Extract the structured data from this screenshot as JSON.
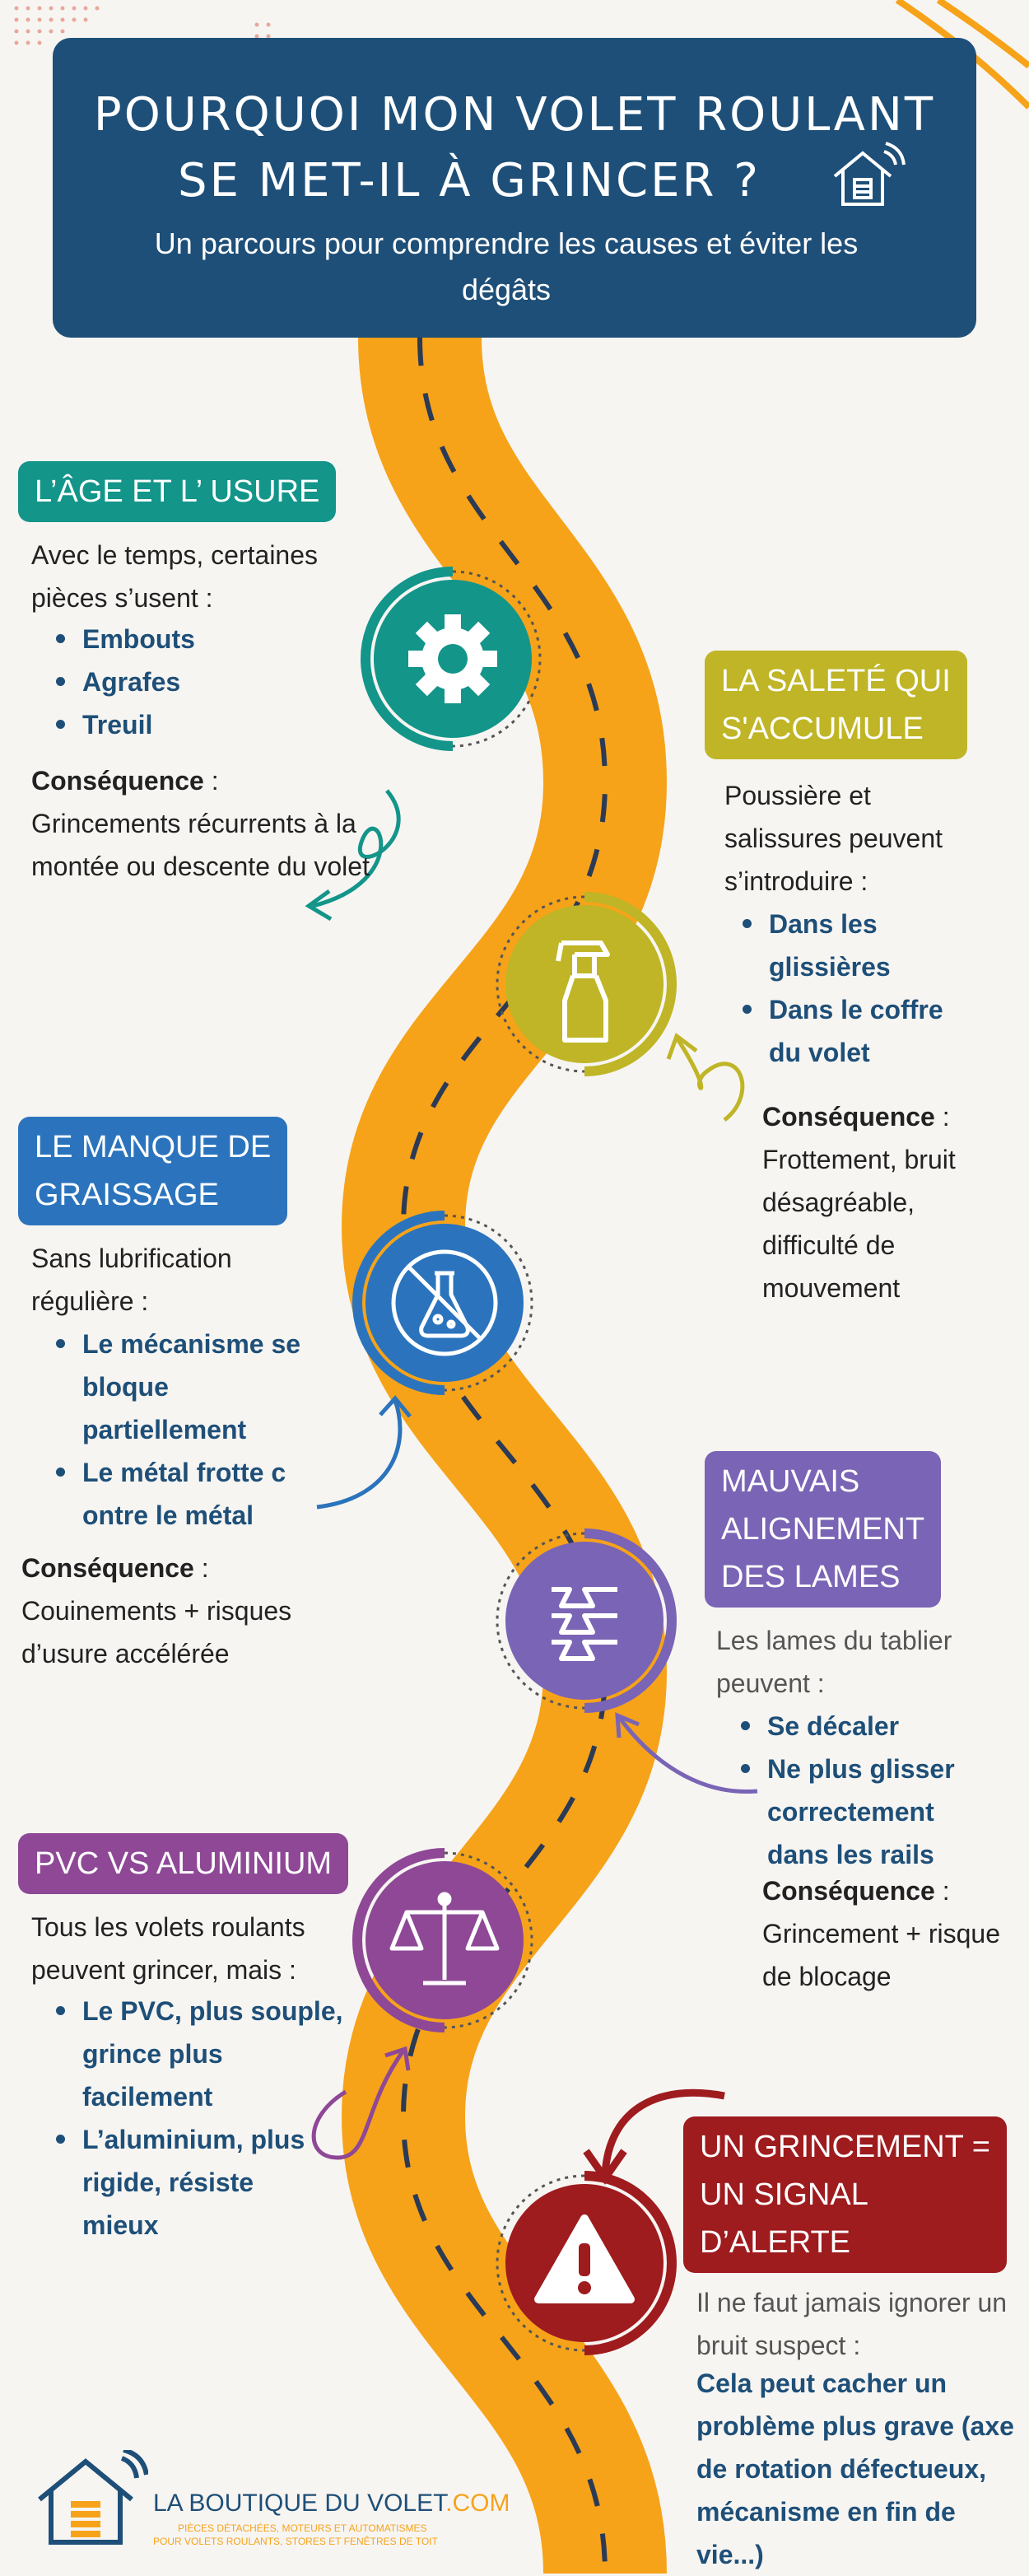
{
  "header": {
    "title_line1": "POURQUOI MON VOLET ROULANT",
    "title_line2": "SE MET-IL À GRINCER ?",
    "subtitle": "Un parcours pour comprendre les causes et éviter les dégâts"
  },
  "sections": {
    "age": {
      "label": "L’ÂGE ET L’ USURE",
      "intro": "Avec le temps, certaines pièces s’usent :",
      "items": [
        "Embouts",
        "Agrafes",
        "Treuil"
      ],
      "cons_label": "Conséquence",
      "cons_text": "Grincements récurrents à la montée ou descente du volet"
    },
    "dirt": {
      "label_line1": "LA SALETÉ QUI",
      "label_line2": "S'ACCUMULE",
      "intro": "Poussière et salissures peuvent s’introduire :",
      "items": [
        "Dans les glissières",
        "Dans le coffre du volet"
      ],
      "cons_label": "Conséquence",
      "cons_text": "Frottement, bruit désagréable, difficulté de mouvement"
    },
    "grease": {
      "label_line1": "LE MANQUE DE",
      "label_line2": "GRAISSAGE",
      "intro": "Sans lubrification régulière :",
      "items": [
        "Le mécanisme se bloque partiellement",
        "Le métal frotte c ontre le métal"
      ],
      "cons_label": "Conséquence",
      "cons_text": "Couinements + risques d’usure accélérée"
    },
    "align": {
      "label_line1": "MAUVAIS",
      "label_line2": "ALIGNEMENT",
      "label_line3": "DES LAMES",
      "intro": "Les lames du tablier peuvent :",
      "items": [
        "Se décaler",
        "Ne plus glisser correctement dans les rails"
      ],
      "cons_label": "Conséquence",
      "cons_text": "Grincement + risque de blocage"
    },
    "pvc": {
      "label": "PVC VS ALUMINIUM",
      "intro": "Tous les volets roulants peuvent grincer, mais :",
      "items": [
        "Le PVC, plus souple, grince plus facilement",
        "L’aluminium, plus rigide, résiste mieux"
      ]
    },
    "alert": {
      "label_line1": "UN GRINCEMENT =",
      "label_line2": "UN SIGNAL",
      "label_line3": "D’ALERTE",
      "intro": "Il ne faut jamais ignorer un bruit suspect :",
      "warning": "Cela peut cacher un problème plus grave (axe de rotation défectueux, mécanisme en fin de vie...)"
    }
  },
  "logo": {
    "brand_part1": "LA BOUTIQUE DU ",
    "brand_part2": "VOLET",
    "brand_part3": ".COM",
    "tagline1": "PIÈCES DÉTACHÉES, MOTEURS ET AUTOMATISMES",
    "tagline2": "POUR VOLETS ROULANTS, STORES ET FENÊTRES DE TOIT"
  },
  "colors": {
    "header": "#1e4f78",
    "road": "#f6a31a",
    "teal": "#13958a",
    "olive": "#bfb526",
    "blue": "#2b74bd",
    "purple": "#7a64b5",
    "violet": "#8e4896",
    "red": "#9e1b1e"
  }
}
